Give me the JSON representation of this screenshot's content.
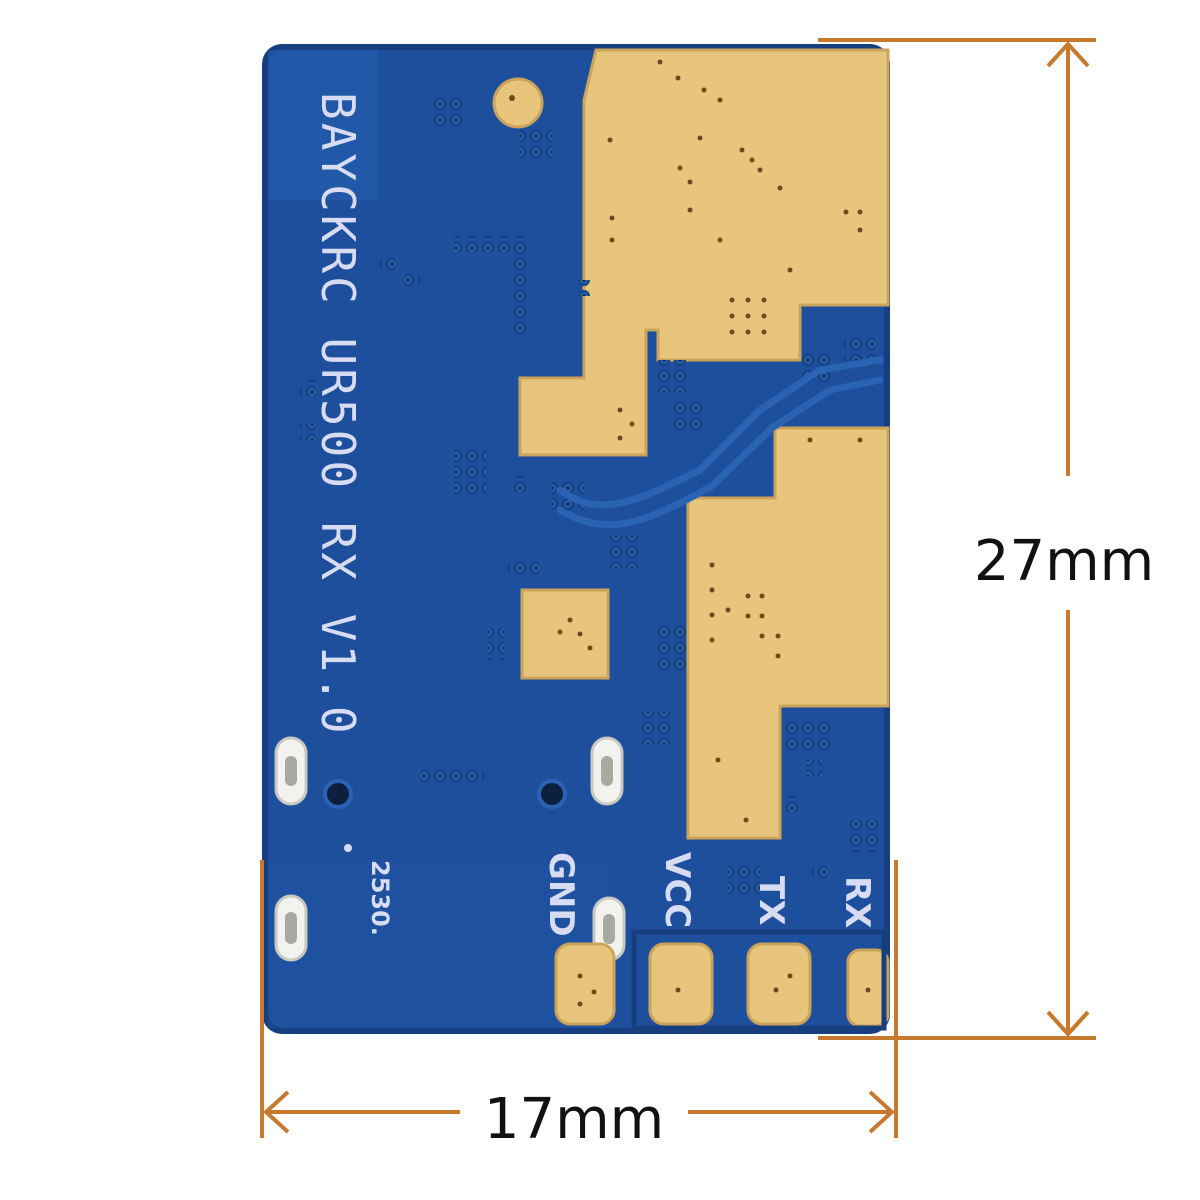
{
  "silkscreen": {
    "brand_line": "BAYCKRC UR500 RX V1.0",
    "date_code": "2530.",
    "pads": [
      "GND",
      "VCC",
      "TX",
      "RX"
    ]
  },
  "dimensions": {
    "height_label": "27mm",
    "width_label": "17mm"
  },
  "colors": {
    "board": "#1d4f9c",
    "board_edge": "#173f80",
    "gold": "#e8c57d",
    "dimension": "#c77a2e"
  }
}
